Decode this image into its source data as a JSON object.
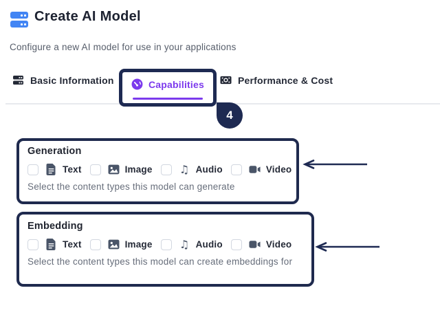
{
  "header": {
    "icon": "server-stack-icon",
    "title": "Create AI Model",
    "subtitle": "Configure a new AI model for use in your applications"
  },
  "tabs": [
    {
      "label": "Basic Information",
      "icon": "server-stack-icon",
      "active": false
    },
    {
      "label": "Capabilities",
      "icon": "gauge-icon",
      "active": true
    },
    {
      "label": "Performance & Cost",
      "icon": "banknote-icon",
      "active": false
    }
  ],
  "annotations": {
    "step_badge": "4",
    "highlighted_elements": [
      "capabilities-tab",
      "generation-group",
      "embedding-group"
    ],
    "arrow_color": "#1e2a52"
  },
  "sections": [
    {
      "title": "Generation",
      "hint": "Select the content types this model can generate",
      "options": [
        {
          "label": "Text",
          "icon": "file-text-icon",
          "checked": false
        },
        {
          "label": "Image",
          "icon": "image-icon",
          "checked": false
        },
        {
          "label": "Audio",
          "icon": "music-note-icon",
          "checked": false
        },
        {
          "label": "Video",
          "icon": "video-camera-icon",
          "checked": false
        }
      ]
    },
    {
      "title": "Embedding",
      "hint": "Select the content types this model can create embeddings for",
      "options": [
        {
          "label": "Text",
          "icon": "file-text-icon",
          "checked": false
        },
        {
          "label": "Image",
          "icon": "image-icon",
          "checked": false
        },
        {
          "label": "Audio",
          "icon": "music-note-icon",
          "checked": false
        },
        {
          "label": "Video",
          "icon": "video-camera-icon",
          "checked": false
        }
      ]
    }
  ],
  "icons": {
    "music_note_glyph": "♫"
  },
  "colors": {
    "accent_purple": "#7c3aed",
    "annotation_navy": "#1e2a52",
    "brand_blue": "#4285f4",
    "icon_slate": "#4a5568",
    "divider_gray": "#e7e9ee"
  }
}
